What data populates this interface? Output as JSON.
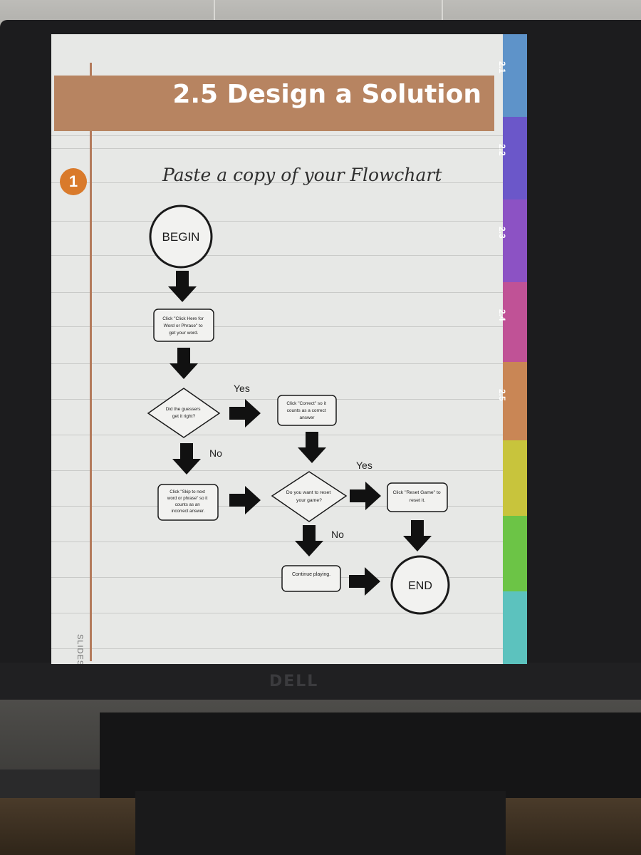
{
  "slide": {
    "title": "2.5 Design a Solution",
    "step_number": "1",
    "subtitle": "Paste a copy of your Flowchart",
    "credit": "SLIDESMANIA.COM"
  },
  "tabs": [
    {
      "label": "2.1",
      "color": "#5e93c9"
    },
    {
      "label": "2.2",
      "color": "#6b57c9"
    },
    {
      "label": "2.3",
      "color": "#8c52c4"
    },
    {
      "label": "2.4",
      "color": "#c05296"
    },
    {
      "label": "2.5",
      "color": "#c98655"
    },
    {
      "label": "",
      "color": "#c8c43c"
    },
    {
      "label": "",
      "color": "#6cc446"
    },
    {
      "label": "",
      "color": "#5cc2be"
    }
  ],
  "flowchart": {
    "begin": "BEGIN",
    "step_get_word": [
      "Click \"Click Here for",
      "Word or Phrase\" to",
      "get your word."
    ],
    "decision_right": [
      "Did the guessers",
      "get it right?"
    ],
    "step_correct": [
      "Click \"Correct\" so it",
      "counts as a correct",
      "answer"
    ],
    "step_skip": [
      "Click \"Skip to next",
      "word or phrase\" so it",
      "counts as an",
      "incorrect answer."
    ],
    "decision_reset": [
      "Do you want to reset",
      "your game?"
    ],
    "step_reset": [
      "Click \"Reset Game\" to",
      "reset it."
    ],
    "step_continue": "Continue playing.",
    "end": "END",
    "yes_1": "Yes",
    "no_1": "No",
    "yes_2": "Yes",
    "no_2": "No"
  },
  "monitor": {
    "brand": "DELL"
  }
}
